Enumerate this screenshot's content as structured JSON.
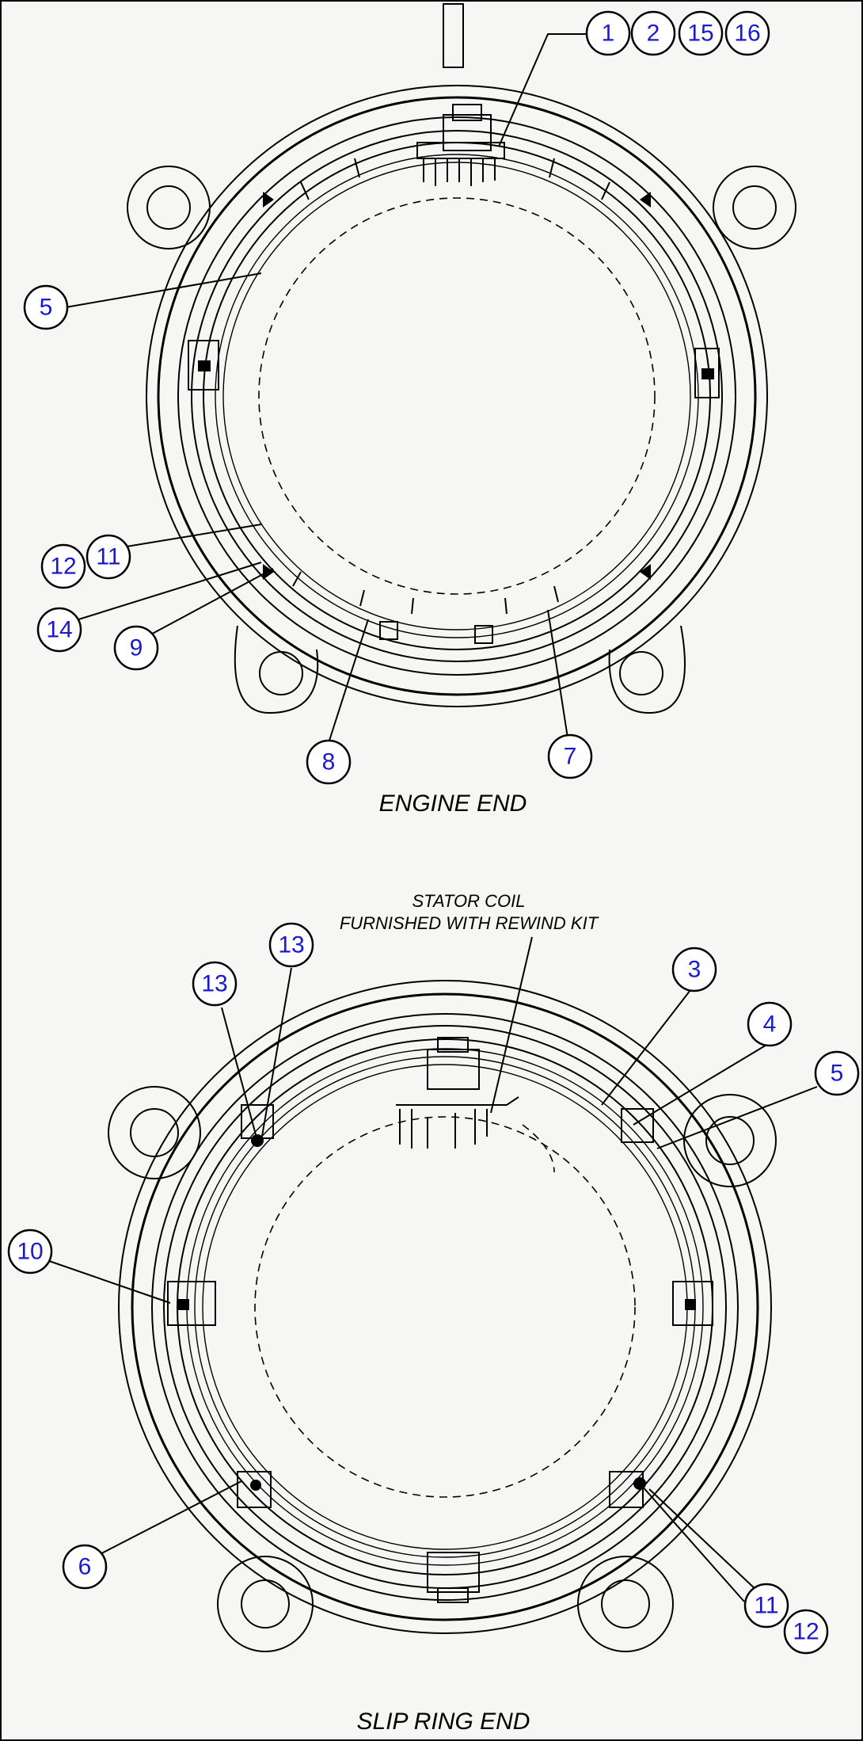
{
  "views": {
    "engine_end": {
      "caption": "ENGINE END",
      "callouts": [
        "1",
        "2",
        "15",
        "16",
        "5",
        "12",
        "11",
        "14",
        "9",
        "8",
        "7"
      ]
    },
    "slip_ring_end": {
      "caption": "SLIP RING END",
      "note_line1": "STATOR COIL",
      "note_line2": "FURNISHED WITH REWIND KIT",
      "callouts": [
        "13",
        "13",
        "3",
        "4",
        "5",
        "10",
        "6",
        "11",
        "12"
      ]
    }
  },
  "colors": {
    "callout_text": "#1a1acc",
    "line": "#000000",
    "background": "#f6f6f4"
  }
}
